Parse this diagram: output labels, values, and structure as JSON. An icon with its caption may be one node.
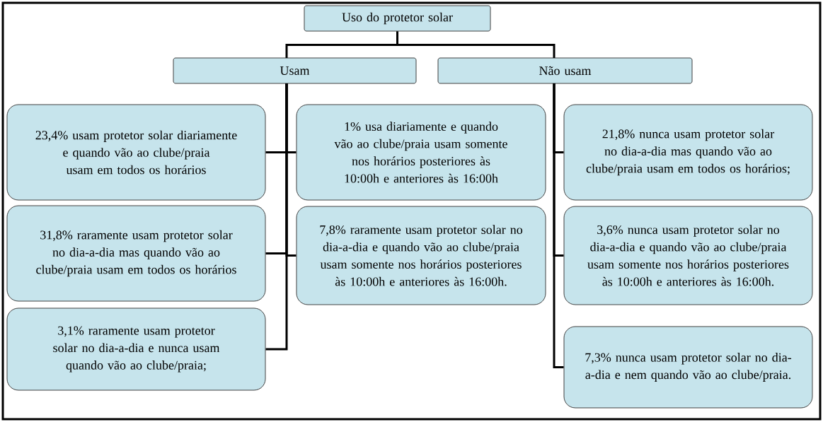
{
  "diagram": {
    "nodes": [
      {
        "text": [
          "Uso do protetor solar"
        ]
      },
      {
        "text": [
          "Usam"
        ]
      },
      {
        "text": [
          "Não usam"
        ]
      },
      {
        "text": [
          "23,4% usam protetor solar diariamente e quando vão ao clube/praia usam em todos os horários"
        ]
      },
      {
        "text": [
          "31,8% raramente usam protetor solar no dia-a-dia mas quando vão ao clube/praia usam em todos os horários"
        ]
      },
      {
        "text": [
          "3,1% raramente usam protetor solar no dia-a-dia e nunca usam quando vão ao clube/praia;"
        ]
      },
      {
        "text": [
          "1% usa diariamente e quando vão ao clube/praia usam somente nos horários posteriores às 10:00h e anteriores às 16:00h"
        ]
      },
      {
        "text": [
          "7,8% raramente usam protetor solar no dia-a-dia e quando vão ao clube/praia usam somente nos horários posteriores às 10:00h e anteriores às 16:00h."
        ]
      },
      {
        "text": [
          "21,8% nunca usam protetor solar no dia-a-dia mas quando vão ao clube/praia usam em todos os horários;"
        ]
      },
      {
        "text": [
          "3,6% nunca usam protetor solar no dia-a-dia e quando vão ao clube/praia usam somente nos horários posteriores às 10:00h e anteriores às 16:00h."
        ]
      },
      {
        "text": [
          "7,3% nunca usam protetor solar no dia-a-dia e nem quando vão ao clube/praia."
        ]
      }
    ],
    "edges": [
      {
        "from": 0,
        "to": 1,
        "arrow": "none"
      },
      {
        "from": 0,
        "to": 2,
        "arrow": "none"
      },
      {
        "from": 1,
        "to": 3,
        "arrow": "none"
      },
      {
        "from": 1,
        "to": 4,
        "arrow": "none"
      },
      {
        "from": 1,
        "to": 5,
        "arrow": "none"
      },
      {
        "from": 1,
        "to": 6,
        "arrow": "none"
      },
      {
        "from": 1,
        "to": 7,
        "arrow": "none"
      },
      {
        "from": 2,
        "to": 8,
        "arrow": "none"
      },
      {
        "from": 2,
        "to": 9,
        "arrow": "none"
      },
      {
        "from": 2,
        "to": 10,
        "arrow": "none"
      }
    ]
  }
}
